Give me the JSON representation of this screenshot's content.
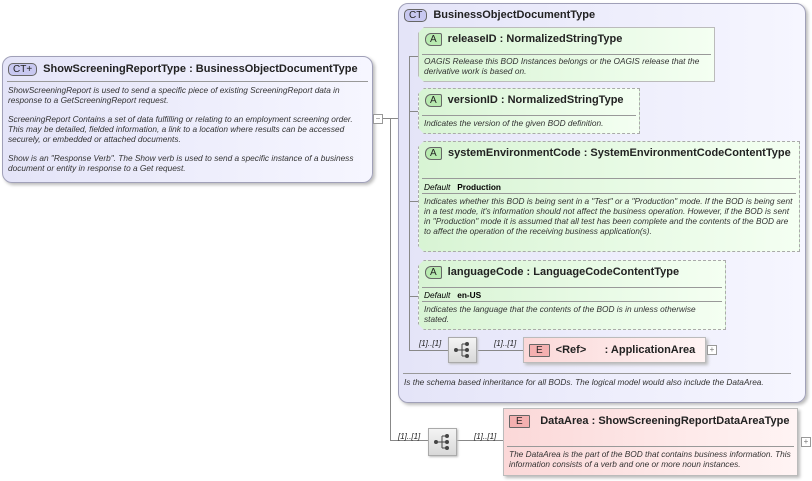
{
  "root": {
    "badge": "CT+",
    "name": "ShowScreeningReportType",
    "base": "BusinessObjectDocumentType",
    "desc": [
      "ShowScreeningReport is used to send a specific piece of existing ScreeningReport data in response to a GetScreeningReport request.",
      "ScreeningReport  Contains a set of data fulfilling or relating to an employment screening order. This may be detailed, fielded information, a link to a location where results can be accessed securely, or embedded or attached documents.",
      "Show is an \"Response Verb\". The Show verb is used to send a specific instance of a business document or entity in response to a Get request."
    ],
    "toggle": "−"
  },
  "base_type": {
    "badge": "CT",
    "name": "BusinessObjectDocumentType",
    "desc": "Is the schema based inheritance for all BODs. The logical model would also include the DataArea.",
    "attributes": [
      {
        "badge": "A",
        "name": "releaseID",
        "type": "NormalizedStringType",
        "desc": "OAGIS Release this BOD Instances belongs or the OAGIS release that the derivative work is based on."
      },
      {
        "badge": "A",
        "name": "versionID",
        "type": "NormalizedStringType",
        "desc": "Indicates the version of the given BOD definition."
      },
      {
        "badge": "A",
        "name": "systemEnvironmentCode",
        "type": "SystemEnvironmentCodeContentType",
        "default_label": "Default",
        "default": "Production",
        "desc": "Indicates whether this BOD is being sent in a \"Test\" or a \"Production\" mode. If the BOD is being sent in a test mode, it's information should not affect the business operation. However, if the BOD is sent in \"Production\" mode it is assumed that all test has been complete and the contents of the BOD are to affect the operation of the receiving business application(s)."
      },
      {
        "badge": "A",
        "name": "languageCode",
        "type": "LanguageCodeContentType",
        "default_label": "Default",
        "default": "en-US",
        "desc": "Indicates the language that the contents of the BOD is in unless otherwise stated."
      }
    ],
    "sequence": {
      "card_in": "[1]..[1]",
      "card_out": "[1]..[1]"
    },
    "ref": {
      "badge": "E",
      "ref": "<Ref>",
      "name": "ApplicationArea",
      "toggle": "+"
    }
  },
  "data_area": {
    "card_in": "[1]..[1]",
    "card_out": "[1]..[1]",
    "badge": "E",
    "name": "DataArea",
    "type": "ShowScreeningReportDataAreaType",
    "desc": "The DataArea is the part of the BOD that contains business information. This information consists of a verb and one or more noun instances.",
    "toggle": "+"
  },
  "separator": ":"
}
